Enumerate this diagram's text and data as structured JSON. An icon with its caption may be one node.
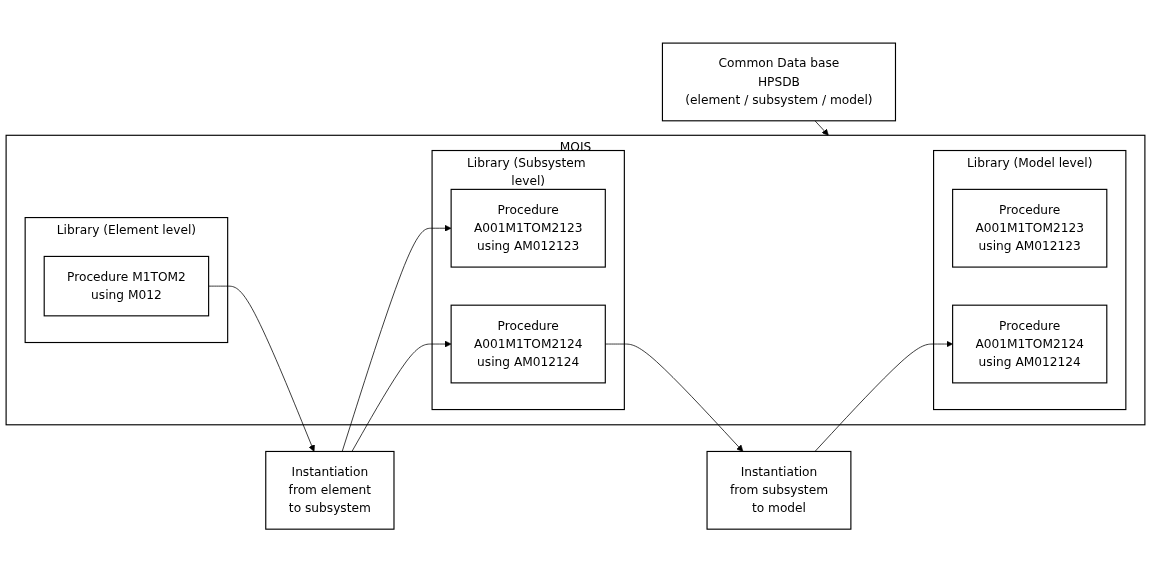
{
  "diagram": {
    "nodes": [
      {
        "text": [
          "Common Data base",
          "HPSDB",
          "(element / subsystem / model)"
        ]
      },
      {
        "text": [
          "MOIS"
        ]
      },
      {
        "text": [
          "Library (Element level)"
        ],
        "in": 1
      },
      {
        "text": [
          "Procedure M1TOM2",
          "using M012"
        ],
        "in": 2
      },
      {
        "text": [
          "Library (Subsystem level)"
        ],
        "in": 1
      },
      {
        "text": [
          "Procedure",
          "A001M1TOM2123",
          "using AM012123"
        ],
        "in": 4
      },
      {
        "text": [
          "Procedure",
          "A001M1TOM2124",
          "using AM012124"
        ],
        "in": 4
      },
      {
        "text": [
          "Library (Model level)"
        ],
        "in": 1
      },
      {
        "text": [
          "Procedure",
          "A001M1TOM2123",
          "using AM012123"
        ],
        "in": 7
      },
      {
        "text": [
          "Procedure",
          "A001M1TOM2124",
          "using AM012124"
        ],
        "in": 7
      },
      {
        "text": [
          "Instantiation",
          "from element",
          "to subsystem"
        ]
      },
      {
        "text": [
          "Instantiation",
          "from subsystem",
          "to model"
        ]
      }
    ],
    "edges": [
      {
        "from": 0,
        "to": 1,
        "arrow": "to"
      },
      {
        "from": 3,
        "to": 10,
        "arrow": "to"
      },
      {
        "from": 10,
        "to": 5,
        "arrow": "to"
      },
      {
        "from": 10,
        "to": 6,
        "arrow": "to"
      },
      {
        "from": 6,
        "to": 11,
        "arrow": "to"
      },
      {
        "from": 11,
        "to": 9,
        "arrow": "to"
      }
    ]
  }
}
